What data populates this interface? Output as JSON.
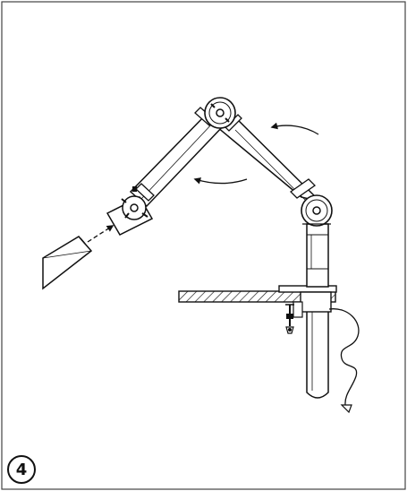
{
  "step": {
    "number": "4"
  },
  "colors": {
    "line": "#111111",
    "background": "#ffffff",
    "border": "#333333"
  },
  "parts": [
    "extraction-hood",
    "front-arm-tube",
    "rear-arm-tube",
    "upper-joint",
    "lower-joint",
    "front-joint",
    "mast",
    "table-clamp",
    "table-top",
    "hose"
  ]
}
